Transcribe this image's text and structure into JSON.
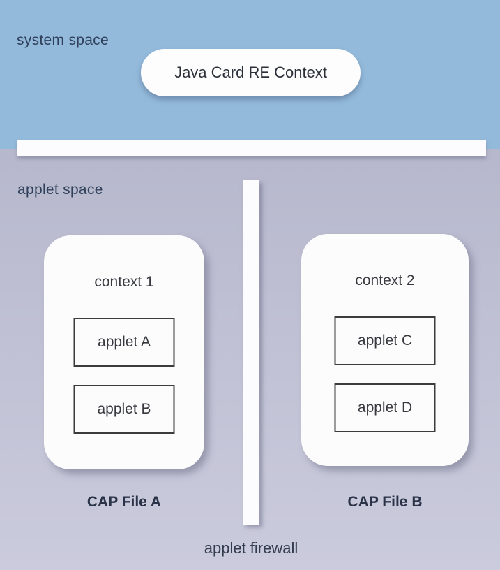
{
  "system_space": {
    "label": "system space",
    "runtime_context_label": "Java Card RE Context"
  },
  "applet_space": {
    "label": "applet space"
  },
  "firewall": {
    "label": "applet firewall"
  },
  "contexts": [
    {
      "title": "context 1",
      "applets": [
        "applet A",
        "applet B"
      ],
      "cap_file_label": "CAP File A"
    },
    {
      "title": "context 2",
      "applets": [
        "applet C",
        "applet D"
      ],
      "cap_file_label": "CAP File B"
    }
  ],
  "colors": {
    "system_space_bg": "#93badb",
    "applet_space_bg": "#bcbdd1",
    "panel_bg": "#fcfcfd",
    "label_text": "#30405b",
    "applet_box_border": "#3c3c3c"
  }
}
